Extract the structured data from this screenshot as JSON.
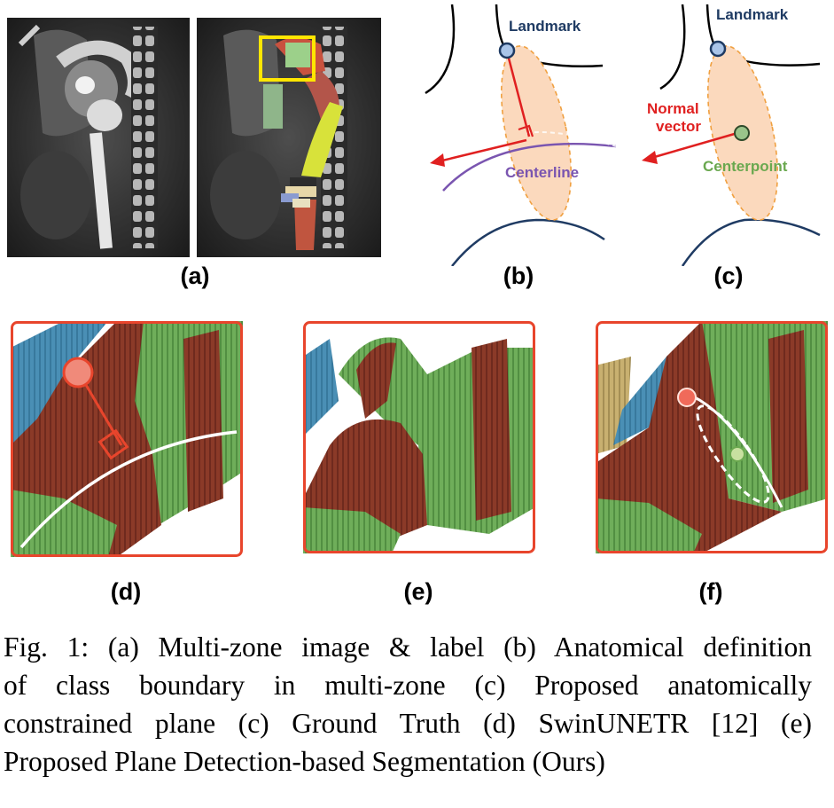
{
  "panels": {
    "a": "(a)",
    "b": "(b)",
    "c": "(c)",
    "d": "(d)",
    "e": "(e)",
    "f": "(f)"
  },
  "diagram_b": {
    "landmark": "Landmark",
    "centerline": "Centerline"
  },
  "diagram_c": {
    "landmark": "Landmark",
    "normal_line1": "Normal",
    "normal_line2": "vector",
    "centerpoint": "Centerpoint"
  },
  "colors": {
    "landmark_blue": "#1f3b63",
    "red_arrow": "#e02020",
    "centerline_purple": "#7a55b0",
    "centerpoint_green": "#6aa84f",
    "plane_fill": "#fbd9bd",
    "frame_red": "#e8452c",
    "zone_green": "#6fae5a",
    "zone_brown": "#8b3a28",
    "zone_blue": "#4a8fb5"
  },
  "caption": {
    "line1": "Fig. 1: (a) Multi-zone image & label (b) Anatomical definition",
    "line2": "of class boundary in multi-zone (c) Proposed anatomically",
    "line3": "constrained plane (c) Ground Truth (d) SwinUNETR [12] (e)",
    "line4": "Proposed Plane Detection-based Segmentation (Ours)"
  }
}
